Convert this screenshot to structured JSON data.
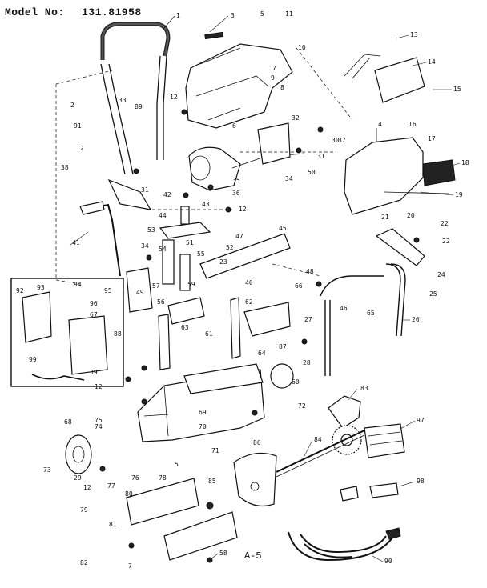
{
  "header": {
    "model_label": "Model No:",
    "model_number": "131.81958"
  },
  "page_ref": "A-5",
  "callouts": [
    {
      "id": "c1",
      "text": "1"
    },
    {
      "id": "c2a",
      "text": "2"
    },
    {
      "id": "c2b",
      "text": "2"
    },
    {
      "id": "c3",
      "text": "3"
    },
    {
      "id": "c4",
      "text": "4"
    },
    {
      "id": "c5a",
      "text": "5"
    },
    {
      "id": "c5b",
      "text": "5"
    },
    {
      "id": "c6",
      "text": "6"
    },
    {
      "id": "c7a",
      "text": "7"
    },
    {
      "id": "c7b",
      "text": "7"
    },
    {
      "id": "c8",
      "text": "8"
    },
    {
      "id": "c9",
      "text": "9"
    },
    {
      "id": "c10",
      "text": "10"
    },
    {
      "id": "c11",
      "text": "11"
    },
    {
      "id": "c12a",
      "text": "12"
    },
    {
      "id": "c12b",
      "text": "12"
    },
    {
      "id": "c12c",
      "text": "12"
    },
    {
      "id": "c12d",
      "text": "12"
    },
    {
      "id": "c13",
      "text": "13"
    },
    {
      "id": "c14",
      "text": "14"
    },
    {
      "id": "c15",
      "text": "15"
    },
    {
      "id": "c16",
      "text": "16"
    },
    {
      "id": "c17",
      "text": "17"
    },
    {
      "id": "c18",
      "text": "18"
    },
    {
      "id": "c19",
      "text": "19"
    },
    {
      "id": "c20",
      "text": "20"
    },
    {
      "id": "c21",
      "text": "21"
    },
    {
      "id": "c22a",
      "text": "22"
    },
    {
      "id": "c22b",
      "text": "22"
    },
    {
      "id": "c23",
      "text": "23"
    },
    {
      "id": "c24",
      "text": "24"
    },
    {
      "id": "c25",
      "text": "25"
    },
    {
      "id": "c26",
      "text": "26"
    },
    {
      "id": "c27",
      "text": "27"
    },
    {
      "id": "c28",
      "text": "28"
    },
    {
      "id": "c29",
      "text": "29"
    },
    {
      "id": "c30",
      "text": "30"
    },
    {
      "id": "c31a",
      "text": "31"
    },
    {
      "id": "c31b",
      "text": "31"
    },
    {
      "id": "c32",
      "text": "32"
    },
    {
      "id": "c33",
      "text": "33"
    },
    {
      "id": "c34a",
      "text": "34"
    },
    {
      "id": "c34b",
      "text": "34"
    },
    {
      "id": "c35",
      "text": "35"
    },
    {
      "id": "c36",
      "text": "36"
    },
    {
      "id": "c37",
      "text": "37"
    },
    {
      "id": "c38",
      "text": "38"
    },
    {
      "id": "c39",
      "text": "39"
    },
    {
      "id": "c40",
      "text": "40"
    },
    {
      "id": "c41",
      "text": "41"
    },
    {
      "id": "c42",
      "text": "42"
    },
    {
      "id": "c43",
      "text": "43"
    },
    {
      "id": "c44",
      "text": "44"
    },
    {
      "id": "c45",
      "text": "45"
    },
    {
      "id": "c46",
      "text": "46"
    },
    {
      "id": "c47",
      "text": "47"
    },
    {
      "id": "c48",
      "text": "48"
    },
    {
      "id": "c49",
      "text": "49"
    },
    {
      "id": "c50",
      "text": "50"
    },
    {
      "id": "c51",
      "text": "51"
    },
    {
      "id": "c52",
      "text": "52"
    },
    {
      "id": "c53",
      "text": "53"
    },
    {
      "id": "c54",
      "text": "54"
    },
    {
      "id": "c55",
      "text": "55"
    },
    {
      "id": "c56",
      "text": "56"
    },
    {
      "id": "c57",
      "text": "57"
    },
    {
      "id": "c58",
      "text": "58"
    },
    {
      "id": "c59",
      "text": "59"
    },
    {
      "id": "c60",
      "text": "60"
    },
    {
      "id": "c61",
      "text": "61"
    },
    {
      "id": "c62",
      "text": "62"
    },
    {
      "id": "c63",
      "text": "63"
    },
    {
      "id": "c64",
      "text": "64"
    },
    {
      "id": "c65",
      "text": "65"
    },
    {
      "id": "c66",
      "text": "66"
    },
    {
      "id": "c67",
      "text": "67"
    },
    {
      "id": "c68",
      "text": "68"
    },
    {
      "id": "c69",
      "text": "69"
    },
    {
      "id": "c70",
      "text": "70"
    },
    {
      "id": "c71",
      "text": "71"
    },
    {
      "id": "c72",
      "text": "72"
    },
    {
      "id": "c73",
      "text": "73"
    },
    {
      "id": "c74",
      "text": "74"
    },
    {
      "id": "c75",
      "text": "75"
    },
    {
      "id": "c76",
      "text": "76"
    },
    {
      "id": "c77",
      "text": "77"
    },
    {
      "id": "c78",
      "text": "78"
    },
    {
      "id": "c79",
      "text": "79"
    },
    {
      "id": "c80",
      "text": "80"
    },
    {
      "id": "c81",
      "text": "81"
    },
    {
      "id": "c82",
      "text": "82"
    },
    {
      "id": "c83",
      "text": "83"
    },
    {
      "id": "c84",
      "text": "84"
    },
    {
      "id": "c85",
      "text": "85"
    },
    {
      "id": "c86",
      "text": "86"
    },
    {
      "id": "c87",
      "text": "87"
    },
    {
      "id": "c88",
      "text": "88"
    },
    {
      "id": "c89",
      "text": "89"
    },
    {
      "id": "c90",
      "text": "90"
    },
    {
      "id": "c91",
      "text": "91"
    },
    {
      "id": "c92",
      "text": "92"
    },
    {
      "id": "c93",
      "text": "93"
    },
    {
      "id": "c94",
      "text": "94"
    },
    {
      "id": "c95",
      "text": "95"
    },
    {
      "id": "c96",
      "text": "96"
    },
    {
      "id": "c97",
      "text": "97"
    },
    {
      "id": "c98",
      "text": "98"
    },
    {
      "id": "c99",
      "text": "99"
    }
  ]
}
